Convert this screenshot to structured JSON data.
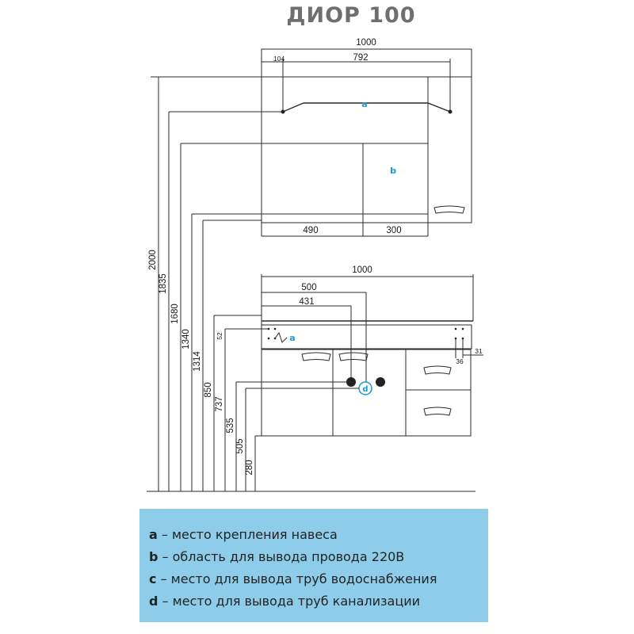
{
  "title": "ДИОР 100",
  "upper_cabinet": {
    "width": "1000",
    "offset_left": "104",
    "mount_span": "792",
    "section_left": "490",
    "section_right": "300"
  },
  "lower_cabinet": {
    "width": "1000",
    "pipe_d_x": "500",
    "pipe_c_x": "431",
    "mount_height": "52",
    "side_offset_v": "31",
    "side_offset_h": "36"
  },
  "heights": [
    "2000",
    "1835",
    "1680",
    "1340",
    "1314",
    "850",
    "737",
    "535",
    "505",
    "280"
  ],
  "markers": {
    "a": "a",
    "b": "b",
    "d": "d"
  },
  "legend": [
    {
      "key": "a",
      "text": " – место крепления навеса"
    },
    {
      "key": "b",
      "text": " – область для вывода провода 220В"
    },
    {
      "key": "c",
      "text": " – место для вывода труб водоснабжения"
    },
    {
      "key": "d",
      "text": " – место для вывода труб канализации"
    }
  ],
  "colors": {
    "legend_bg": "#8ecde9",
    "marker": "#1a9ad6",
    "title": "#6f6f6f"
  }
}
